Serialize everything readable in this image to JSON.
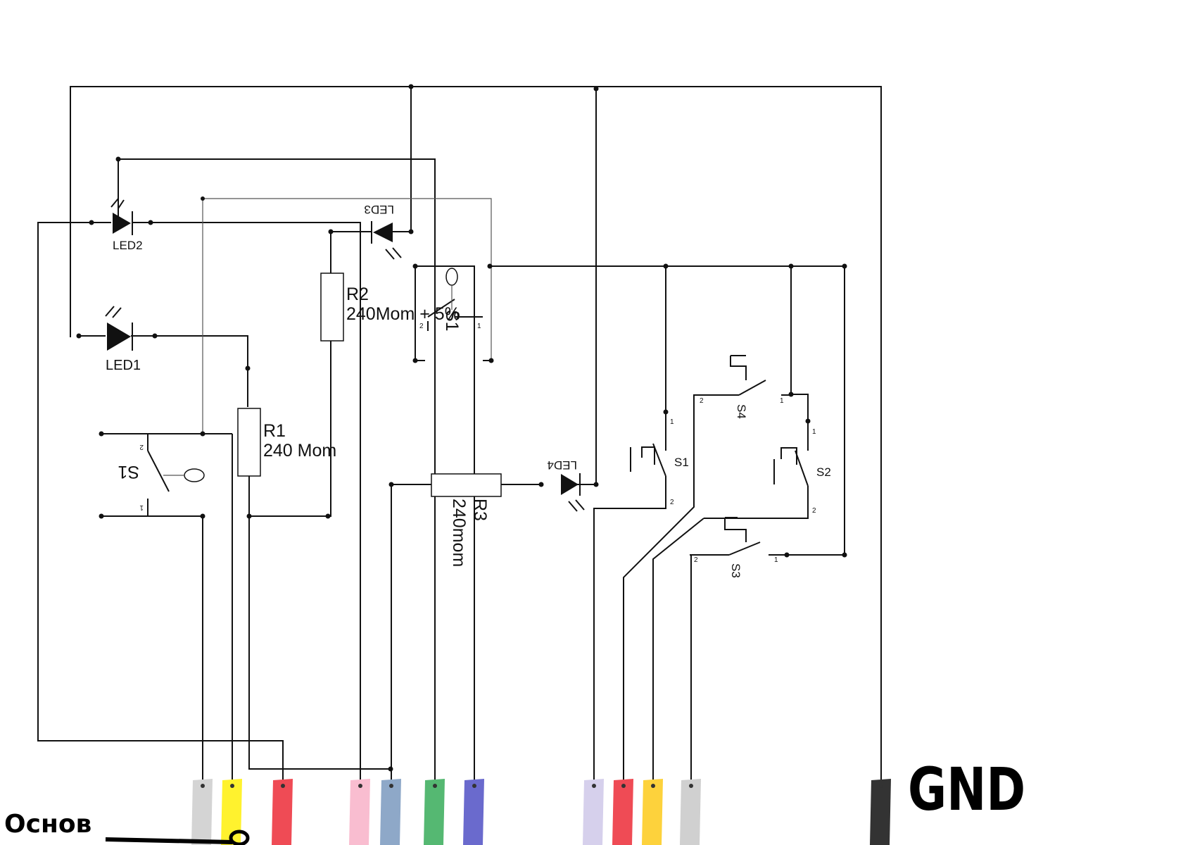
{
  "labels": {
    "led1": "LED1",
    "led2": "LED2",
    "led3": "LED3",
    "led4": "LED4",
    "r1_name": "R1",
    "r1_value": "240 Mom",
    "r2_name": "R2",
    "r2_value": "240Mom + 5%",
    "r3_name": "R3",
    "r3_value": "240mom",
    "s1_left": "S1",
    "s1_top": "S1",
    "s1_right": "S1",
    "s2": "S2",
    "s3": "S3",
    "s4": "S4",
    "pin1": "1",
    "pin2": "2",
    "gnd": "GND",
    "osnov": "Основ"
  },
  "wire_colors": {
    "left_group": [
      "#d4d4d4",
      "#fff22e",
      "#ef4b55",
      "#f9bdd0",
      "#8ea8c8",
      "#55b872",
      "#6a6acd"
    ],
    "right_group": [
      "#d6d0ec",
      "#ef4b55",
      "#fdd23c",
      "#d0d0d0"
    ],
    "gnd": "#333333"
  }
}
